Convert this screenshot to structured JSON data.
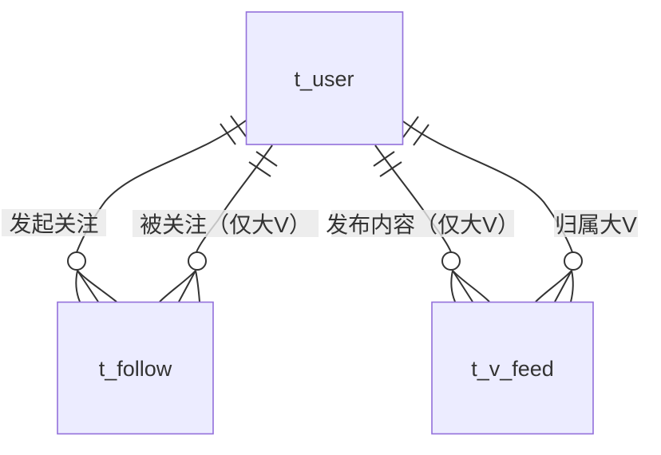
{
  "diagram": {
    "kind": "entity-relationship",
    "entities": [
      {
        "id": "t_user",
        "label": "t_user"
      },
      {
        "id": "t_follow",
        "label": "t_follow"
      },
      {
        "id": "t_v_feed",
        "label": "t_v_feed"
      }
    ],
    "relationships": [
      {
        "from": "t_user",
        "to": "t_follow",
        "label": "发起关注",
        "from_cardinality": "exactly-one",
        "to_cardinality": "zero-or-many"
      },
      {
        "from": "t_user",
        "to": "t_follow",
        "label": "被关注（仅大V）",
        "from_cardinality": "exactly-one",
        "to_cardinality": "zero-or-many"
      },
      {
        "from": "t_user",
        "to": "t_v_feed",
        "label": "发布内容（仅大V）",
        "from_cardinality": "exactly-one",
        "to_cardinality": "zero-or-many"
      },
      {
        "from": "t_user",
        "to": "t_v_feed",
        "label": "归属大V",
        "from_cardinality": "exactly-one",
        "to_cardinality": "zero-or-many"
      }
    ],
    "colors": {
      "entity_fill": "#ECECFF",
      "entity_border": "#9370DB",
      "line": "#333333",
      "text": "#333333",
      "label_background": "#e8e8e8",
      "background": "#ffffff"
    }
  }
}
